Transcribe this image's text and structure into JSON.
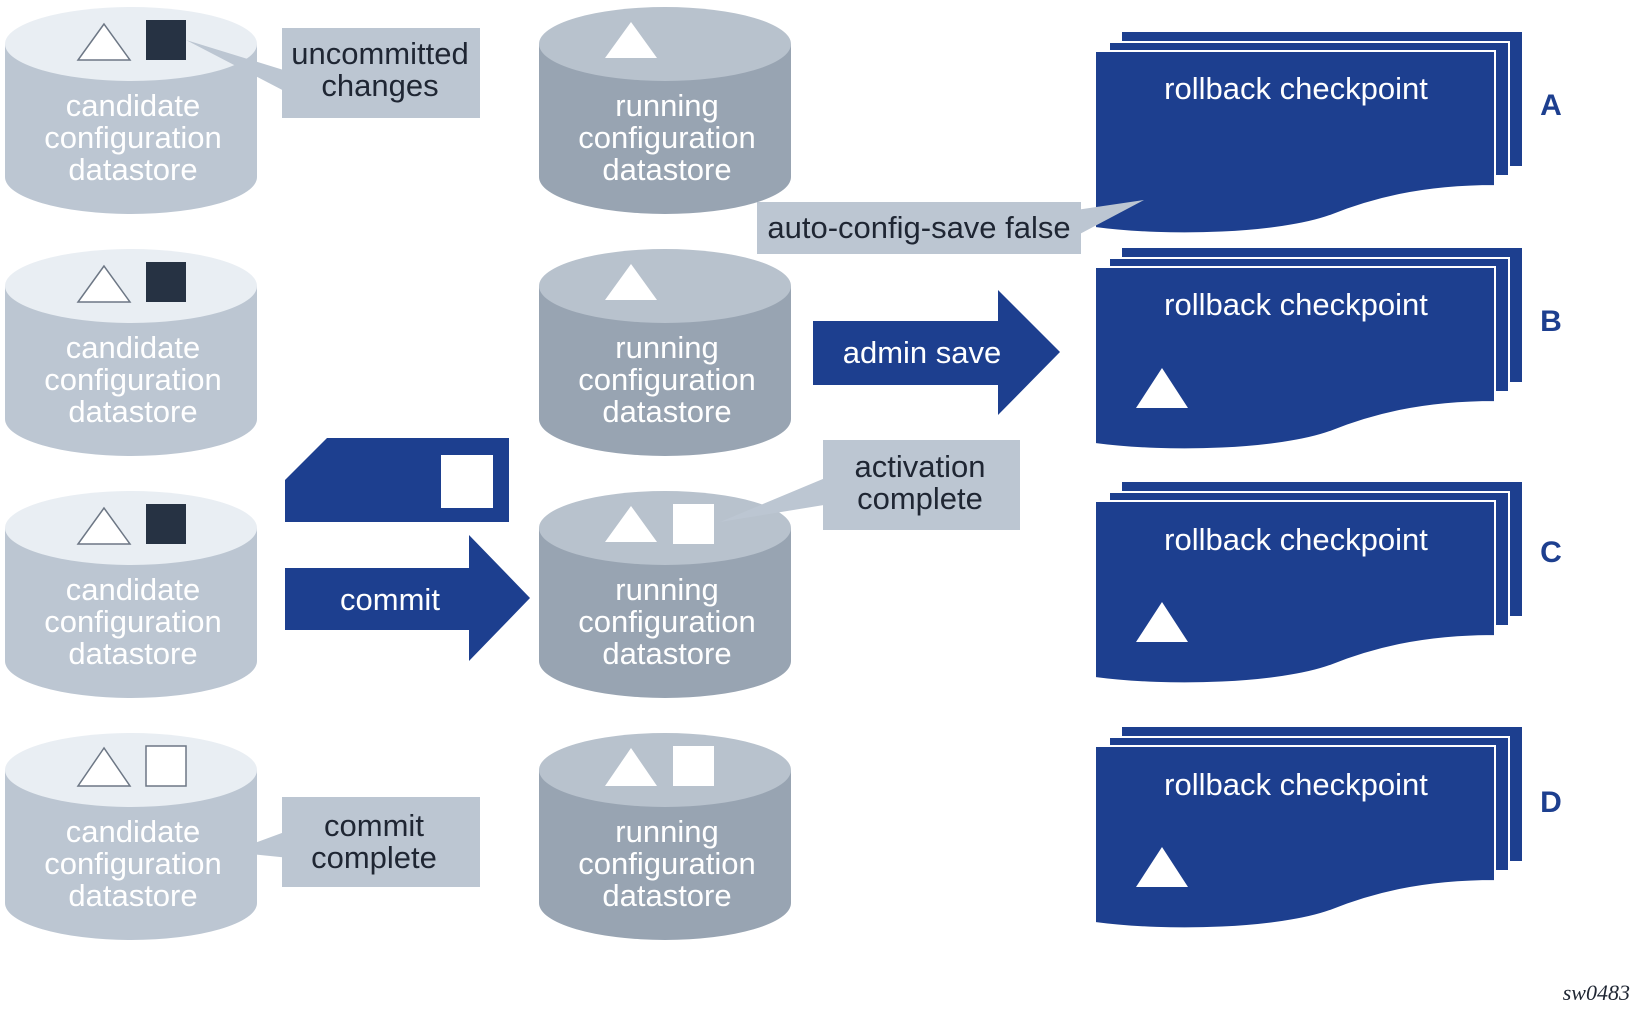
{
  "colors": {
    "candidate_body": "#bcc6d2",
    "candidate_top": "#e9eef3",
    "running_body": "#98a4b2",
    "running_top": "#b8c2cd",
    "navy": "#1d3f8f",
    "dark_square": "#263243",
    "callout": "#bcc6d2"
  },
  "rows": [
    {
      "label": "A",
      "candidate": {
        "lines": [
          "candidate",
          "configuration",
          "datastore"
        ],
        "icons": [
          "triangle-outline",
          "square-filled-dark"
        ]
      },
      "running": {
        "lines": [
          "running",
          "configuration",
          "datastore"
        ],
        "icons": [
          "triangle-white"
        ]
      },
      "rollback": {
        "title": "rollback checkpoint",
        "has_triangle": false
      }
    },
    {
      "label": "B",
      "candidate": {
        "lines": [
          "candidate",
          "configuration",
          "datastore"
        ],
        "icons": [
          "triangle-outline",
          "square-filled-dark"
        ]
      },
      "running": {
        "lines": [
          "running",
          "configuration",
          "datastore"
        ],
        "icons": [
          "triangle-white"
        ]
      },
      "rollback": {
        "title": "rollback checkpoint",
        "has_triangle": true
      }
    },
    {
      "label": "C",
      "candidate": {
        "lines": [
          "candidate",
          "configuration",
          "datastore"
        ],
        "icons": [
          "triangle-outline",
          "square-filled-dark"
        ]
      },
      "running": {
        "lines": [
          "running",
          "configuration",
          "datastore"
        ],
        "icons": [
          "triangle-white",
          "square-white"
        ]
      },
      "rollback": {
        "title": "rollback checkpoint",
        "has_triangle": true
      }
    },
    {
      "label": "D",
      "candidate": {
        "lines": [
          "candidate",
          "configuration",
          "datastore"
        ],
        "icons": [
          "triangle-outline",
          "square-outline"
        ]
      },
      "running": {
        "lines": [
          "running",
          "configuration",
          "datastore"
        ],
        "icons": [
          "triangle-white",
          "square-white"
        ]
      },
      "rollback": {
        "title": "rollback checkpoint",
        "has_triangle": true
      }
    }
  ],
  "callouts": {
    "uncommitted": [
      "uncommitted",
      "changes"
    ],
    "auto_config_save": [
      "auto-config-save false"
    ],
    "activation": [
      "activation",
      "complete"
    ],
    "commit_complete": [
      "commit",
      "complete"
    ]
  },
  "arrows": {
    "admin_save": "admin save",
    "commit": "commit"
  },
  "figure_id": "sw0483"
}
